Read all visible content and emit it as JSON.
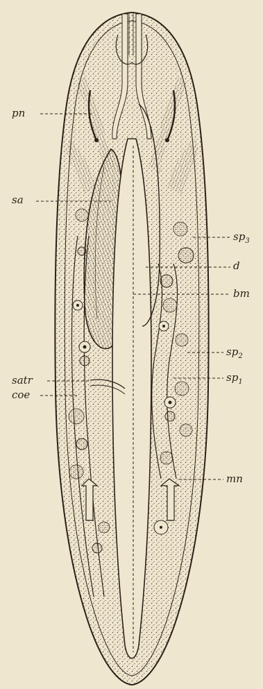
{
  "figure": {
    "labels": {
      "pn": "pn",
      "sa": "sa",
      "satr": "satr",
      "coe": "coe",
      "sp3": {
        "base": "sp",
        "sub": "3"
      },
      "d": "d",
      "bm": "bm",
      "sp2": {
        "base": "sp",
        "sub": "2"
      },
      "sp1": {
        "base": "sp",
        "sub": "1"
      },
      "mn": "mn"
    },
    "colors": {
      "paper": "#efe6cf",
      "ink": "#2a2118",
      "stipple": "#5a4a35"
    }
  }
}
